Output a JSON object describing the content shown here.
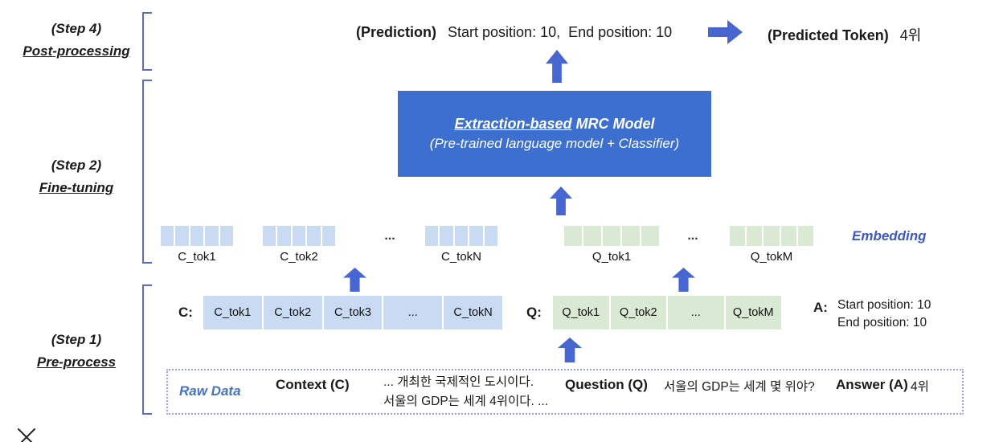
{
  "colors": {
    "model_box": "#3d6fd1",
    "arrow": "#4766d2",
    "context_token": "#c9dbf3",
    "question_token": "#d9e9d4",
    "embedding_label": "#3c56cc",
    "raw_data_label": "#4472c4",
    "bracket": "#5b6cbe",
    "raw_border": "#96a5dc"
  },
  "steps": {
    "step4": {
      "line1": "(Step 4)",
      "line2": "Post-processing"
    },
    "step2": {
      "line1": "(Step 2)",
      "line2": "Fine-tuning"
    },
    "step1": {
      "line1": "(Step 1)",
      "line2": "Pre-process"
    }
  },
  "prediction": {
    "label": "(Prediction)",
    "value": "Start position: 10,  End position: 10",
    "token_label": "(Predicted Token)",
    "token_value": "4위"
  },
  "model": {
    "title_underlined": "Extraction-based",
    "title_rest": " MRC Model",
    "subtitle": "(Pre-trained language model + Classifier)"
  },
  "embedding": {
    "label": "Embedding",
    "squares_per_group": 5,
    "groups": [
      {
        "type": "blue",
        "label": "C_tok1"
      },
      {
        "type": "blue",
        "label": "C_tok2"
      },
      {
        "type": "ellipsis",
        "label": "..."
      },
      {
        "type": "blue",
        "label": "C_tokN"
      },
      {
        "type": "green",
        "label": "Q_tok1"
      },
      {
        "type": "ellipsis",
        "label": "..."
      },
      {
        "type": "green",
        "label": "Q_tokM"
      }
    ]
  },
  "sequence": {
    "c_label": "C:",
    "c_tokens": [
      "C_tok1",
      "C_tok2",
      "C_tok3",
      "...",
      "C_tokN"
    ],
    "q_label": "Q:",
    "q_tokens": [
      "Q_tok1",
      "Q_tok2",
      "...",
      "Q_tokM"
    ],
    "a_label": "A:",
    "a_line1": "Start position: 10",
    "a_line2": "End position: 10"
  },
  "raw_data": {
    "label": "Raw Data",
    "context_label": "Context (C)",
    "context_line1": "... 개최한 국제적인 도시이다.",
    "context_line2": "서울의 GDP는 세계 4위이다. ...",
    "question_label": "Question (Q)",
    "question_text": "서울의 GDP는 세계 몇 위야?",
    "answer_label": "Answer (A)",
    "answer_text": "4위"
  }
}
